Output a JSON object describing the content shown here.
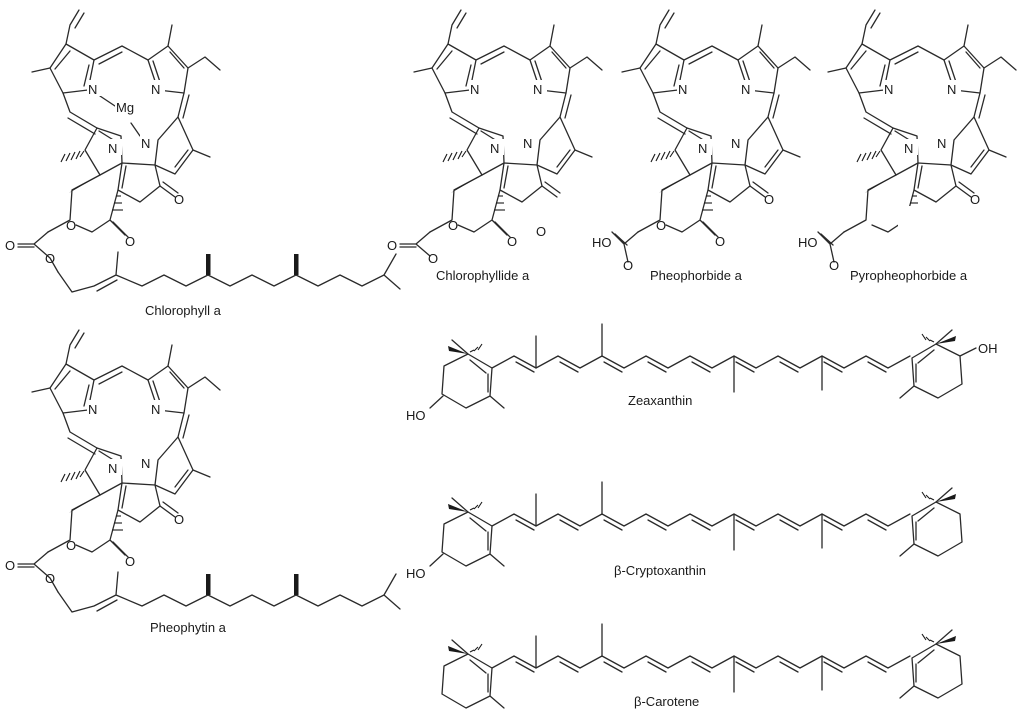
{
  "molecules": {
    "chlorophyll_a": "Chlorophyll a",
    "chlorophyllide_a": "Chlorophyllide a",
    "pheophorbide_a": "Pheophorbide a",
    "pyropheophorbide_a": "Pyropheophorbide a",
    "pheophytin_a": "Pheophytin a",
    "zeaxanthin": "Zeaxanthin",
    "beta_cryptoxanthin": "β-Cryptoxanthin",
    "beta_carotene": "β-Carotene"
  },
  "atoms": {
    "mg": "Mg",
    "n": "N",
    "o": "O",
    "ho": "HO",
    "oh": "OH"
  }
}
